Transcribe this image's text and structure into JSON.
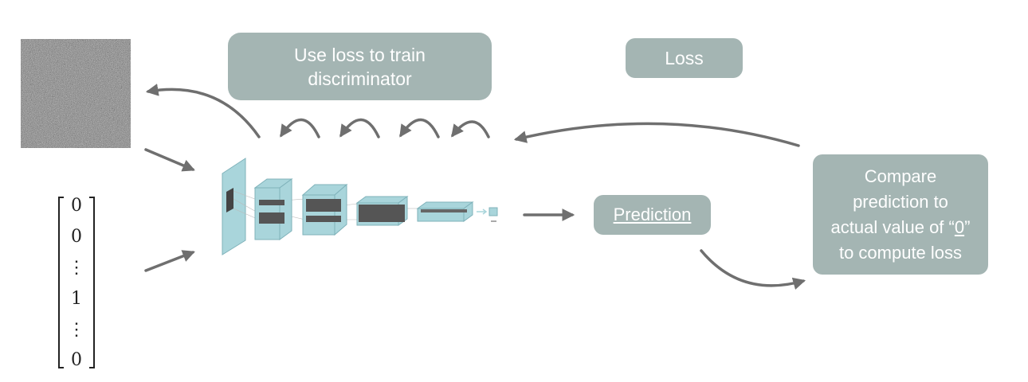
{
  "boxes": {
    "train": [
      "Use loss to train",
      "discriminator"
    ],
    "loss": "Loss",
    "prediction": "Prediction",
    "compare": {
      "line1": "Compare",
      "line2": "prediction to",
      "line3_prefix": "actual  value of “",
      "line3_value": "0",
      "line3_suffix": "”",
      "line4": "to compute loss"
    }
  },
  "vector": [
    "0",
    "0",
    "⋮",
    "1",
    "⋮",
    "0"
  ],
  "colors": {
    "box_fill": "#a4b5b3",
    "box_text": "#ffffff",
    "arrow": "#6f6f6f",
    "network_fill": "#a9d5db",
    "network_edge": "#7fb2ba",
    "filters": "#555555"
  },
  "icons": {
    "noise_image": "random-noise-image",
    "network": "cnn-discriminator-network-icon"
  }
}
